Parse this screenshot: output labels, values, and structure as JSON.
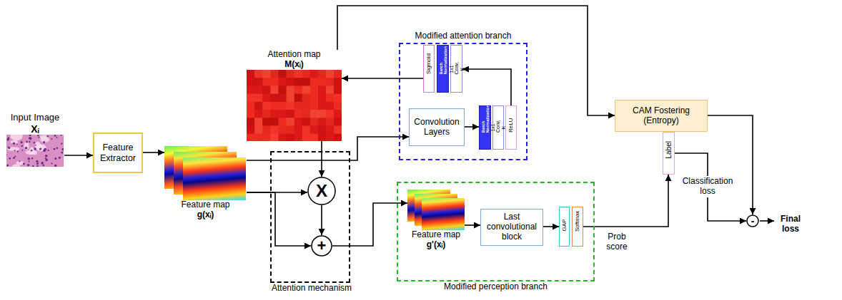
{
  "diagram": {
    "nodes": [
      {
        "text": [
          "Input Image",
          "Xᵢ"
        ]
      },
      {
        "text": [
          "Feature Extractor"
        ]
      },
      {
        "text": [
          "Feature map",
          "g(xᵢ)"
        ]
      },
      {
        "text": [
          "Attention map",
          "M(xᵢ)"
        ]
      },
      {
        "text": [
          "Modified attention branch"
        ]
      },
      {
        "text": [
          "Convolution Layers"
        ],
        "in": 4
      },
      {
        "text": [
          "Batch Normalization"
        ],
        "in": 4
      },
      {
        "text": [
          "1x1 Conv, K"
        ],
        "in": 4
      },
      {
        "text": [
          "ReLU"
        ],
        "in": 4
      },
      {
        "text": [
          "Sigmoid"
        ],
        "in": 4
      },
      {
        "text": [
          "Batch Normalization"
        ],
        "in": 4
      },
      {
        "text": [
          "1x1 Conv, K"
        ],
        "in": 4
      },
      {
        "text": [
          "Attention mechanism"
        ]
      },
      {
        "text": [
          "X"
        ],
        "in": 12
      },
      {
        "text": [
          "+"
        ],
        "in": 12
      },
      {
        "text": [
          "Modified perception branch"
        ]
      },
      {
        "text": [
          "Feature map",
          "g'(xᵢ)"
        ],
        "in": 15
      },
      {
        "text": [
          "Last convolutional block"
        ],
        "in": 15
      },
      {
        "text": [
          "GAP"
        ],
        "in": 15
      },
      {
        "text": [
          "Softmax"
        ],
        "in": 15
      },
      {
        "text": [
          "CAM Fostering (Entropy)"
        ]
      },
      {
        "text": [
          "Label"
        ]
      },
      {
        "text": [
          "-"
        ]
      }
    ],
    "edges": [
      {
        "from": 0,
        "to": 1,
        "arrow": "to"
      },
      {
        "from": 1,
        "to": 2,
        "arrow": "to"
      },
      {
        "from": 2,
        "to": 5,
        "arrow": "to"
      },
      {
        "from": 5,
        "to": 6,
        "arrow": "to"
      },
      {
        "from": 8,
        "to": 11,
        "arrow": "to"
      },
      {
        "from": 9,
        "to": 3,
        "arrow": "to"
      },
      {
        "from": 3,
        "to": 13,
        "arrow": "to"
      },
      {
        "from": 2,
        "to": 13,
        "arrow": "to"
      },
      {
        "from": 2,
        "to": 14,
        "arrow": "to"
      },
      {
        "from": 13,
        "to": 14,
        "arrow": "to"
      },
      {
        "from": 14,
        "to": 16,
        "arrow": "to"
      },
      {
        "from": 16,
        "to": 17,
        "arrow": "to"
      },
      {
        "from": 17,
        "to": 18,
        "arrow": "to"
      },
      {
        "from": 19,
        "to": 21,
        "label": "Prob score",
        "arrow": "to"
      },
      {
        "from": 3,
        "to": 20,
        "arrow": "to"
      },
      {
        "from": 21,
        "to": 22,
        "label": "Classification loss",
        "arrow": "to"
      },
      {
        "from": 20,
        "to": 22,
        "arrow": "to"
      }
    ],
    "labels": [
      "Final loss"
    ]
  }
}
